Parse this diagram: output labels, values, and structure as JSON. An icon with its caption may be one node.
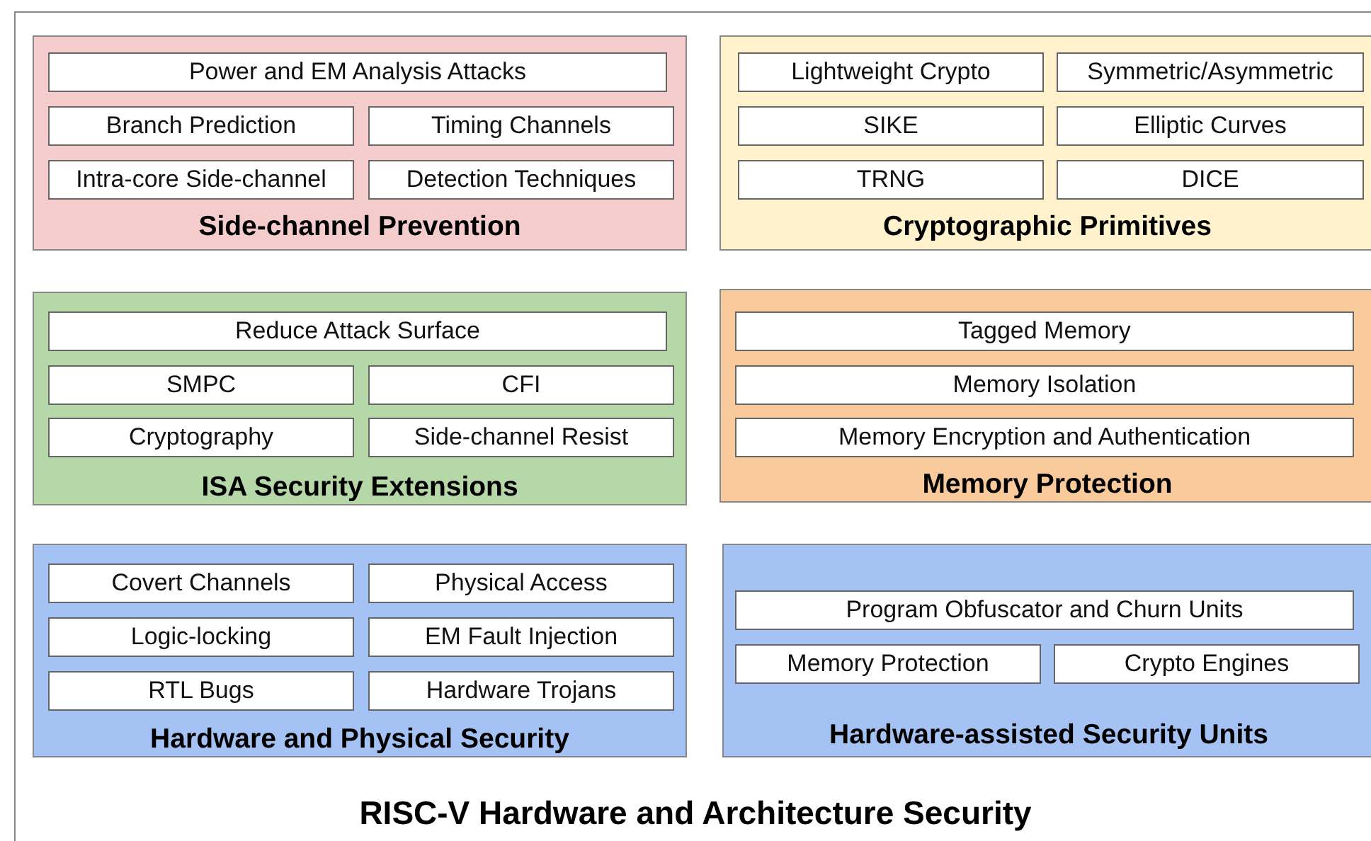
{
  "diagram": {
    "nodes": [
      {
        "text": [
          "RISC-V Hardware and Architecture Security"
        ]
      },
      {
        "text": [
          "Side-channel Prevention"
        ],
        "in": 0
      },
      {
        "text": [
          "Power and EM Analysis Attacks"
        ],
        "in": 1
      },
      {
        "text": [
          "Branch Prediction"
        ],
        "in": 1
      },
      {
        "text": [
          "Timing Channels"
        ],
        "in": 1
      },
      {
        "text": [
          "Intra-core Side-channel"
        ],
        "in": 1
      },
      {
        "text": [
          "Detection Techniques"
        ],
        "in": 1
      },
      {
        "text": [
          "Cryptographic Primitives"
        ],
        "in": 0
      },
      {
        "text": [
          "Lightweight Crypto"
        ],
        "in": 7
      },
      {
        "text": [
          "Symmetric/Asymmetric"
        ],
        "in": 7
      },
      {
        "text": [
          "SIKE"
        ],
        "in": 7
      },
      {
        "text": [
          "Elliptic Curves"
        ],
        "in": 7
      },
      {
        "text": [
          "TRNG"
        ],
        "in": 7
      },
      {
        "text": [
          "DICE"
        ],
        "in": 7
      },
      {
        "text": [
          "ISA Security Extensions"
        ],
        "in": 0
      },
      {
        "text": [
          "Reduce Attack Surface"
        ],
        "in": 14
      },
      {
        "text": [
          "SMPC"
        ],
        "in": 14
      },
      {
        "text": [
          "CFI"
        ],
        "in": 14
      },
      {
        "text": [
          "Cryptography"
        ],
        "in": 14
      },
      {
        "text": [
          "Side-channel Resist"
        ],
        "in": 14
      },
      {
        "text": [
          "Memory Protection"
        ],
        "in": 0
      },
      {
        "text": [
          "Tagged Memory"
        ],
        "in": 20
      },
      {
        "text": [
          "Memory Isolation"
        ],
        "in": 20
      },
      {
        "text": [
          "Memory Encryption and Authentication"
        ],
        "in": 20
      },
      {
        "text": [
          "Hardware and Physical Security"
        ],
        "in": 0
      },
      {
        "text": [
          "Covert Channels"
        ],
        "in": 24
      },
      {
        "text": [
          "Physical Access"
        ],
        "in": 24
      },
      {
        "text": [
          "Logic-locking"
        ],
        "in": 24
      },
      {
        "text": [
          "EM Fault Injection"
        ],
        "in": 24
      },
      {
        "text": [
          "RTL Bugs"
        ],
        "in": 24
      },
      {
        "text": [
          "Hardware Trojans"
        ],
        "in": 24
      },
      {
        "text": [
          "Hardware-assisted Security Units"
        ],
        "in": 0
      },
      {
        "text": [
          "Program Obfuscator and Churn Units"
        ],
        "in": 31
      },
      {
        "text": [
          "Memory Protection"
        ],
        "in": 31
      },
      {
        "text": [
          "Crypto Engines"
        ],
        "in": 31
      }
    ]
  }
}
